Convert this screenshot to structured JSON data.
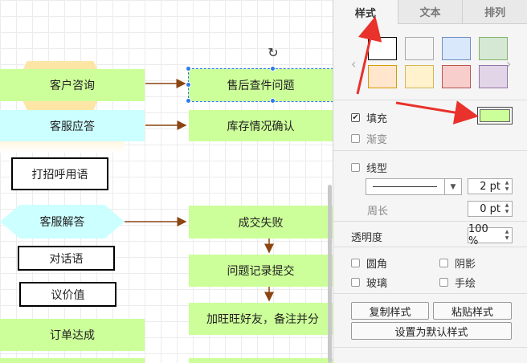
{
  "canvas": {
    "nodes": {
      "customer_consult": "客户咨询",
      "after_sales": "售后查件问题",
      "service_reply": "客服应答",
      "stock_check": "库存情况确认",
      "greeting_phrases": "打招呼用语",
      "service_answer": "客服解答",
      "deal_failed": "成交失败",
      "dialogue": "对话语",
      "record_issue": "问题记录提交",
      "bargain": "议价值",
      "add_friend": "加旺旺好友，备注并分",
      "order_done": "订单达成"
    }
  },
  "panel": {
    "tabs": [
      "样式",
      "文本",
      "排列"
    ],
    "swatches": [
      "#ffffff",
      "#f5f5f5",
      "#dae8fc",
      "#d5e8d4",
      "#ffe6cc",
      "#fff2cc",
      "#f8cecc",
      "#e1d5e7"
    ],
    "fill": {
      "label": "填充",
      "checked": true,
      "color": "#ccff99"
    },
    "gradient": {
      "label": "渐变",
      "checked": false
    },
    "line": {
      "label": "线型",
      "checked": false,
      "width": "2 pt"
    },
    "perimeter": {
      "label": "周长",
      "value": "0 pt"
    },
    "opacity": {
      "label": "透明度",
      "value": "100 %"
    },
    "options": {
      "rounded": "圆角",
      "shadow": "阴影",
      "glass": "玻璃",
      "sketch": "手绘"
    },
    "buttons": {
      "copy_style": "复制样式",
      "paste_style": "粘贴样式",
      "set_default": "设置为默认样式"
    }
  },
  "colors": {
    "annotation_arrow": "#e8322b",
    "connector": "#8b4513",
    "selection": "#2e7be8"
  }
}
